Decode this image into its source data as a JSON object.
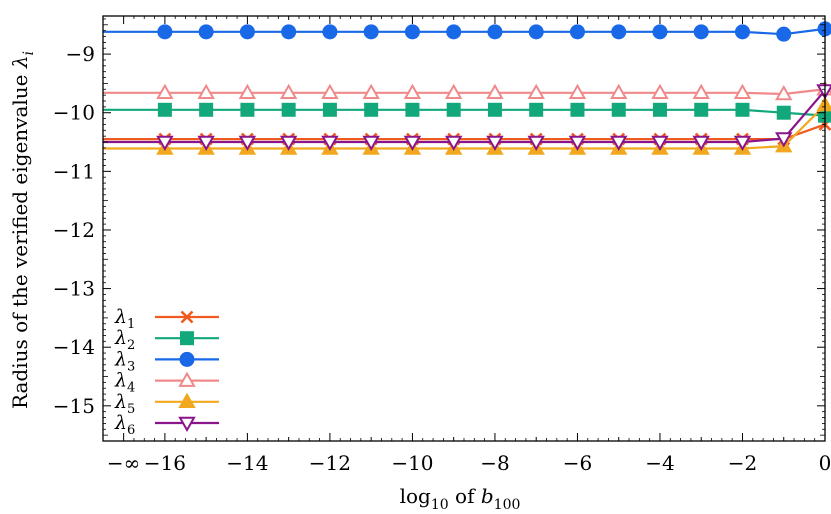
{
  "chart_data": {
    "type": "line",
    "xlabel": "log",
    "xlabel_sub": "10",
    "xlabel_of": " of ",
    "xlabel_var": "b",
    "xlabel_var_sub": "100",
    "ylabel": "Radius of the verified eigenvalue ",
    "ylabel_var": "λ",
    "ylabel_var_sub": "i",
    "x": [
      -17,
      -16,
      -15,
      -14,
      -13,
      -12,
      -11,
      -10,
      -9,
      -8,
      -7,
      -6,
      -5,
      -4,
      -3,
      -2,
      -1,
      0
    ],
    "xlim": [
      -17.5,
      0
    ],
    "ylim": [
      -15.6,
      -8.35
    ],
    "x_ticks": [
      {
        "value": -17,
        "label": "−∞"
      },
      {
        "value": -16,
        "label": "−16"
      },
      {
        "value": -14,
        "label": "−14"
      },
      {
        "value": -12,
        "label": "−12"
      },
      {
        "value": -10,
        "label": "−10"
      },
      {
        "value": -8,
        "label": "−8"
      },
      {
        "value": -6,
        "label": "−6"
      },
      {
        "value": -4,
        "label": "−4"
      },
      {
        "value": -2,
        "label": "−2"
      },
      {
        "value": 0,
        "label": "0"
      }
    ],
    "y_ticks": [
      {
        "value": -9,
        "label": "−9"
      },
      {
        "value": -10,
        "label": "−10"
      },
      {
        "value": -11,
        "label": "−11"
      },
      {
        "value": -12,
        "label": "−12"
      },
      {
        "value": -13,
        "label": "−13"
      },
      {
        "value": -14,
        "label": "−14"
      },
      {
        "value": -15,
        "label": "−15"
      }
    ],
    "grid": false,
    "legend_position": "bottom-left",
    "series": [
      {
        "name": "λ",
        "sub": "1",
        "color": "#f05a1e",
        "marker": "x",
        "values": [
          -10.45,
          -10.45,
          -10.45,
          -10.45,
          -10.45,
          -10.45,
          -10.45,
          -10.45,
          -10.45,
          -10.45,
          -10.45,
          -10.45,
          -10.45,
          -10.45,
          -10.45,
          -10.45,
          -10.45,
          -10.2
        ]
      },
      {
        "name": "λ",
        "sub": "2",
        "color": "#12a87c",
        "marker": "square",
        "values": [
          -9.95,
          -9.95,
          -9.95,
          -9.95,
          -9.95,
          -9.95,
          -9.95,
          -9.95,
          -9.95,
          -9.95,
          -9.95,
          -9.95,
          -9.95,
          -9.95,
          -9.95,
          -9.95,
          -10.0,
          -10.05
        ]
      },
      {
        "name": "λ",
        "sub": "3",
        "color": "#1868e8",
        "marker": "circle",
        "values": [
          -8.62,
          -8.62,
          -8.62,
          -8.62,
          -8.62,
          -8.62,
          -8.62,
          -8.62,
          -8.62,
          -8.62,
          -8.62,
          -8.62,
          -8.62,
          -8.62,
          -8.62,
          -8.62,
          -8.66,
          -8.57
        ]
      },
      {
        "name": "λ",
        "sub": "4",
        "color": "#f08a8a",
        "marker": "triangle-open",
        "values": [
          -9.66,
          -9.66,
          -9.66,
          -9.66,
          -9.66,
          -9.66,
          -9.66,
          -9.66,
          -9.66,
          -9.66,
          -9.66,
          -9.66,
          -9.66,
          -9.66,
          -9.66,
          -9.66,
          -9.68,
          -9.6
        ]
      },
      {
        "name": "λ",
        "sub": "5",
        "color": "#f2a81e",
        "marker": "triangle-filled",
        "values": [
          -10.61,
          -10.61,
          -10.61,
          -10.61,
          -10.61,
          -10.61,
          -10.61,
          -10.61,
          -10.61,
          -10.61,
          -10.61,
          -10.61,
          -10.61,
          -10.61,
          -10.61,
          -10.61,
          -10.57,
          -9.87
        ]
      },
      {
        "name": "λ",
        "sub": "6",
        "color": "#8a148a",
        "marker": "triangle-down-open",
        "values": [
          -10.5,
          -10.5,
          -10.5,
          -10.5,
          -10.5,
          -10.5,
          -10.5,
          -10.5,
          -10.5,
          -10.5,
          -10.5,
          -10.5,
          -10.5,
          -10.5,
          -10.5,
          -10.5,
          -10.44,
          -9.62
        ]
      }
    ]
  }
}
